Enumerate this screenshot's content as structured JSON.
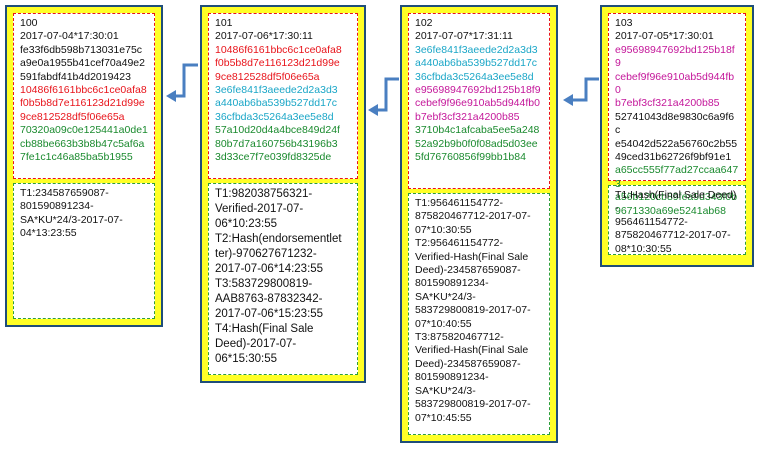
{
  "colors": {
    "red": "#e8141b",
    "cyan": "#1aa6c7",
    "green": "#1a8a2e",
    "magenta": "#c4179a",
    "black": "#111111",
    "block_fill": "#ffff26",
    "arrow": "#4a7fc1"
  },
  "blocks": [
    {
      "id": "100",
      "timestamp": "2017-07-04*17:30:01",
      "hash_lines": [
        {
          "text": "fe33f6db598b713031e75c",
          "color": "black"
        },
        {
          "text": "a9e0a1955b41cef70a49e2",
          "color": "black"
        },
        {
          "text": "591fabdf41b4d2019423",
          "color": "black"
        },
        {
          "text": "10486f6161bbc6c1ce0afa8",
          "color": "red"
        },
        {
          "text": "f0b5b8d7e116123d21d99e",
          "color": "red"
        },
        {
          "text": "9ce812528df5f06e65a",
          "color": "red"
        },
        {
          "text": "70320a09c0e125441a0de1",
          "color": "green"
        },
        {
          "text": "cb88be663b3b8b47c5af6a",
          "color": "green"
        },
        {
          "text": "7fe1c1c46a85ba5b1955",
          "color": "green"
        }
      ],
      "transactions": [
        [
          "T1:234587659087-",
          "801590891234-",
          "SA*KU*24/3-2017-07-",
          "04*13:23:55"
        ]
      ]
    },
    {
      "id": "101",
      "timestamp": "2017-07-06*17:30:11",
      "hash_lines": [
        {
          "text": "10486f6161bbc6c1ce0afa8",
          "color": "red"
        },
        {
          "text": "f0b5b8d7e116123d21d99e",
          "color": "red"
        },
        {
          "text": "9ce812528df5f06e65a",
          "color": "red"
        },
        {
          "text": "3e6fe841f3aeede2d2a3d3",
          "color": "cyan"
        },
        {
          "text": "a440ab6ba539b527dd17c",
          "color": "cyan"
        },
        {
          "text": "36cfbda3c5264a3ee5e8d",
          "color": "cyan"
        },
        {
          "text": "57a10d20d4a4bce849d24f",
          "color": "green"
        },
        {
          "text": "80b7d7a160756b43196b3",
          "color": "green"
        },
        {
          "text": "3d33ce7f7e039fd8325de",
          "color": "green"
        }
      ],
      "transactions": [
        [
          "T1:982038756321-",
          "Verified-2017-07-",
          "06*10:23:55"
        ],
        [
          "T2:Hash(endorsementlet",
          "ter)-970627671232-",
          "2017-07-06*14:23:55"
        ],
        [
          "T3:583729800819-",
          "AAB8763-87832342-",
          "2017-07-06*15:23:55"
        ],
        [
          "T4:Hash(Final Sale",
          "Deed)-2017-07-",
          "06*15:30:55"
        ]
      ]
    },
    {
      "id": "102",
      "timestamp": "2017-07-07*17:31:11",
      "hash_lines": [
        {
          "text": "3e6fe841f3aeede2d2a3d3",
          "color": "cyan"
        },
        {
          "text": "a440ab6ba539b527dd17c",
          "color": "cyan"
        },
        {
          "text": "36cfbda3c5264a3ee5e8d",
          "color": "cyan"
        },
        {
          "text": "e95698947692bd125b18f9",
          "color": "magenta"
        },
        {
          "text": "cebef9f96e910ab5d944fb0",
          "color": "magenta"
        },
        {
          "text": "b7ebf3cf321a4200b85",
          "color": "magenta"
        },
        {
          "text": "3710b4c1afcaba5ee5a248",
          "color": "green"
        },
        {
          "text": "52a92b9b0f0f08ad5d03ee",
          "color": "green"
        },
        {
          "text": "5fd76760856f99bb1b84",
          "color": "green"
        }
      ],
      "transactions": [
        [
          "T1:956461154772-",
          "875820467712-2017-07-",
          "07*10:30:55"
        ],
        [
          "T2:956461154772-",
          "Verified-Hash(Final Sale",
          "Deed)-234587659087-",
          "801590891234-",
          "SA*KU*24/3-",
          "583729800819-2017-07-",
          "07*10:40:55"
        ],
        [
          "T3:875820467712-",
          "Verified-Hash(Final Sale",
          "Deed)-234587659087-",
          "801590891234-",
          "SA*KU*24/3-",
          "583729800819-2017-07-",
          "07*10:45:55"
        ]
      ]
    },
    {
      "id": "103",
      "timestamp": "2017-07-05*17:30:01",
      "hash_lines": [
        {
          "text": "e95698947692bd125b18f9",
          "color": "magenta"
        },
        {
          "text": "cebef9f96e910ab5d944fb0",
          "color": "magenta"
        },
        {
          "text": "b7ebf3cf321a4200b85",
          "color": "magenta"
        },
        {
          "text": "52741043d8e9830c6a9f6c",
          "color": "black"
        },
        {
          "text": "e54042d522a56760c2b55",
          "color": "black"
        },
        {
          "text": "49ced31b62726f9bf91e1",
          "color": "black"
        },
        {
          "text": "a65cc555f77ad27ccaa6473",
          "color": "green"
        },
        {
          "text": "a56b120cb89fea9d343f0b",
          "color": "green"
        },
        {
          "text": "9671330a69e5241ab68",
          "color": "green"
        }
      ],
      "transactions": [
        [
          "T1:Hash(Final Sale Deed)-",
          "956461154772-",
          "875820467712-2017-07-",
          "08*10:30:55"
        ]
      ]
    }
  ]
}
